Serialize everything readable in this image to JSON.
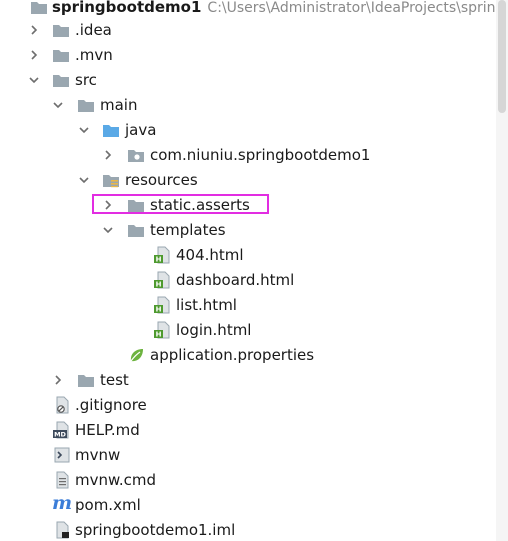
{
  "tree": {
    "root": {
      "label": "springbootdemo1",
      "path": "C:\\Users\\Administrator\\IdeaProjects\\spring"
    },
    "items": [
      {
        "label": ".idea"
      },
      {
        "label": ".mvn"
      },
      {
        "label": "src"
      },
      {
        "label": "main"
      },
      {
        "label": "java"
      },
      {
        "label": "com.niuniu.springbootdemo1"
      },
      {
        "label": "resources"
      },
      {
        "label": "static.asserts"
      },
      {
        "label": "templates"
      },
      {
        "label": "404.html"
      },
      {
        "label": "dashboard.html"
      },
      {
        "label": "list.html"
      },
      {
        "label": "login.html"
      },
      {
        "label": "application.properties"
      },
      {
        "label": "test"
      },
      {
        "label": ".gitignore"
      },
      {
        "label": "HELP.md"
      },
      {
        "label": "mvnw"
      },
      {
        "label": "mvnw.cmd"
      },
      {
        "label": "pom.xml"
      },
      {
        "label": "springbootdemo1.iml"
      }
    ]
  },
  "badges": {
    "html": "H",
    "markdown": "MD",
    "maven": "m"
  },
  "colors": {
    "folder": "#9aa7b0",
    "source_folder": "#5aa9e6",
    "highlight": "#e22de2",
    "html_badge": "#4e9a2f",
    "spring_leaf": "#6db33f",
    "maven": "#3b7dd8"
  }
}
